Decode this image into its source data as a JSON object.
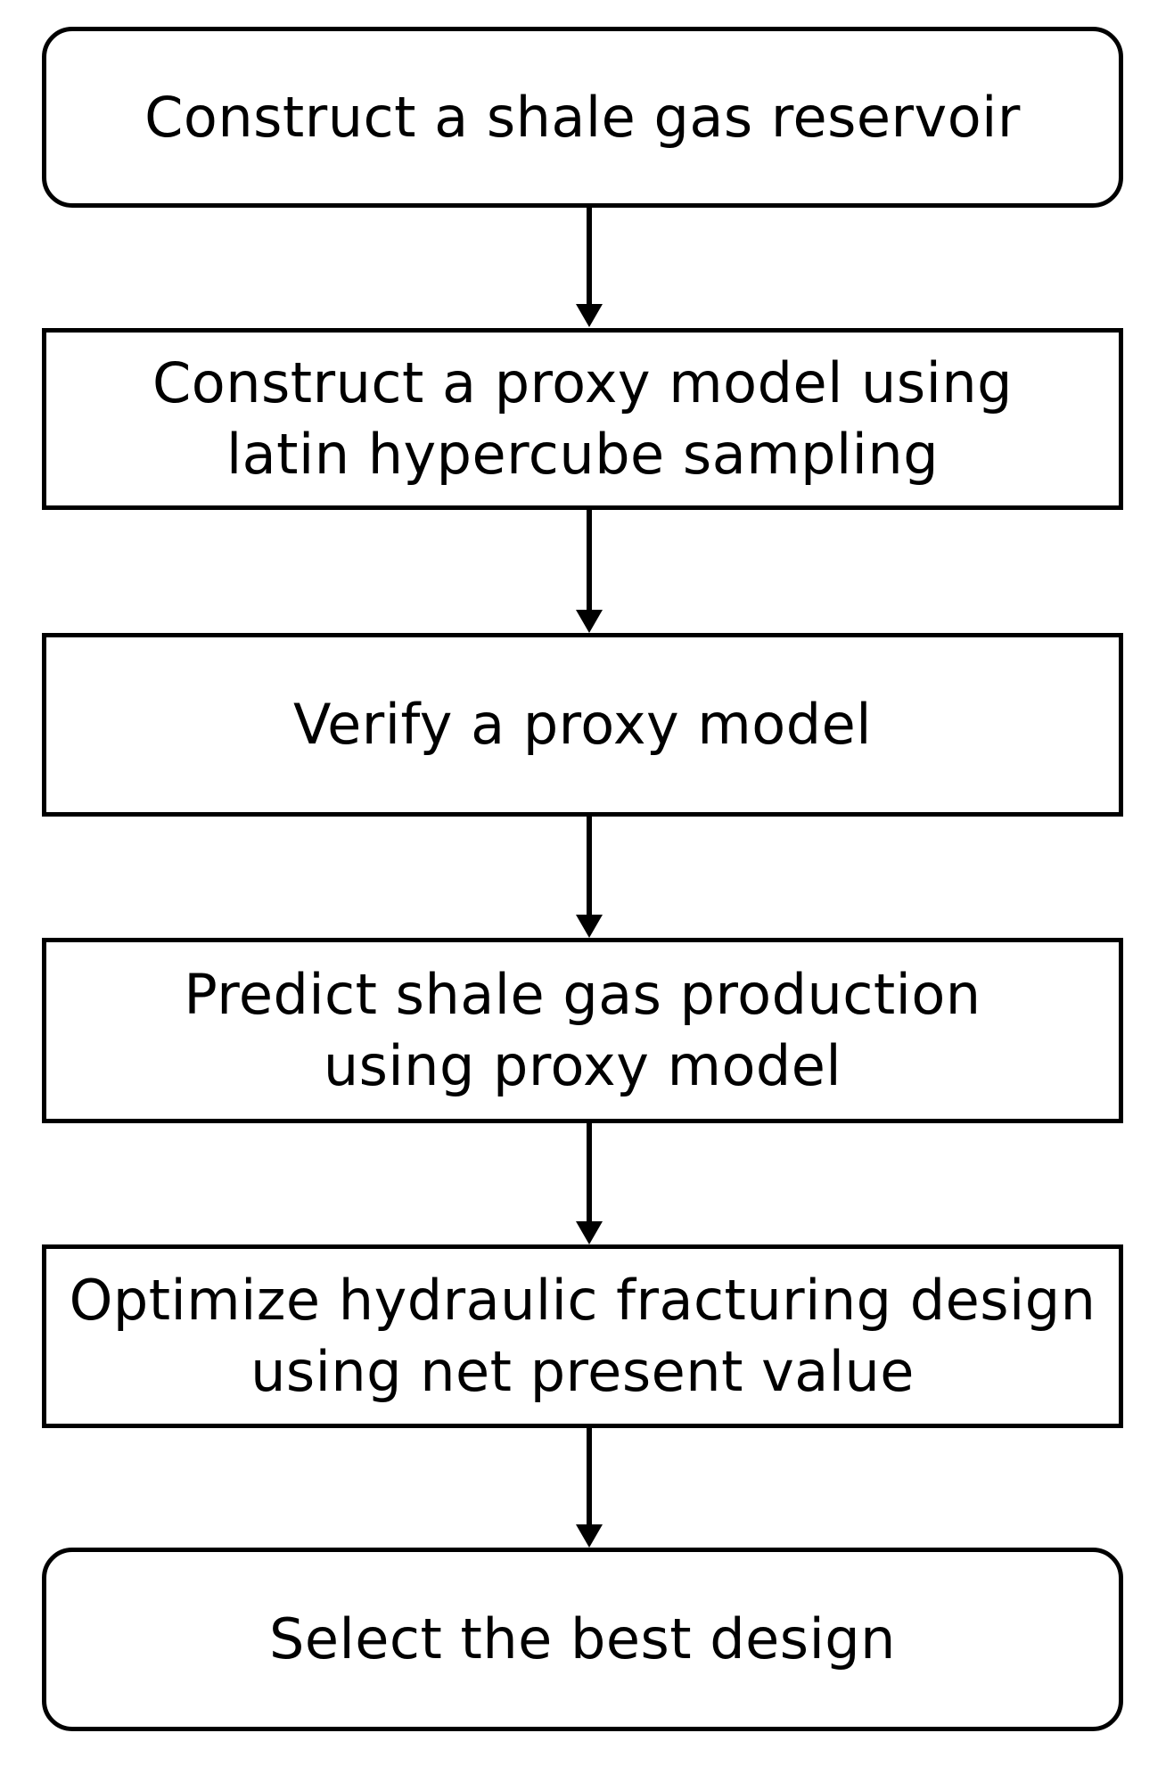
{
  "steps": [
    {
      "lines": [
        "Construct a shale gas reservoir"
      ]
    },
    {
      "lines": [
        "Construct a proxy model using",
        "latin hypercube sampling"
      ]
    },
    {
      "lines": [
        "Verify a proxy model"
      ]
    },
    {
      "lines": [
        "Predict shale gas production",
        "using proxy model"
      ]
    },
    {
      "lines": [
        "Optimize hydraulic fracturing design",
        "using net present value"
      ]
    },
    {
      "lines": [
        "Select the best design"
      ]
    }
  ],
  "colors": {
    "stroke": "#000000",
    "fill": "#ffffff",
    "text": "#000000"
  }
}
